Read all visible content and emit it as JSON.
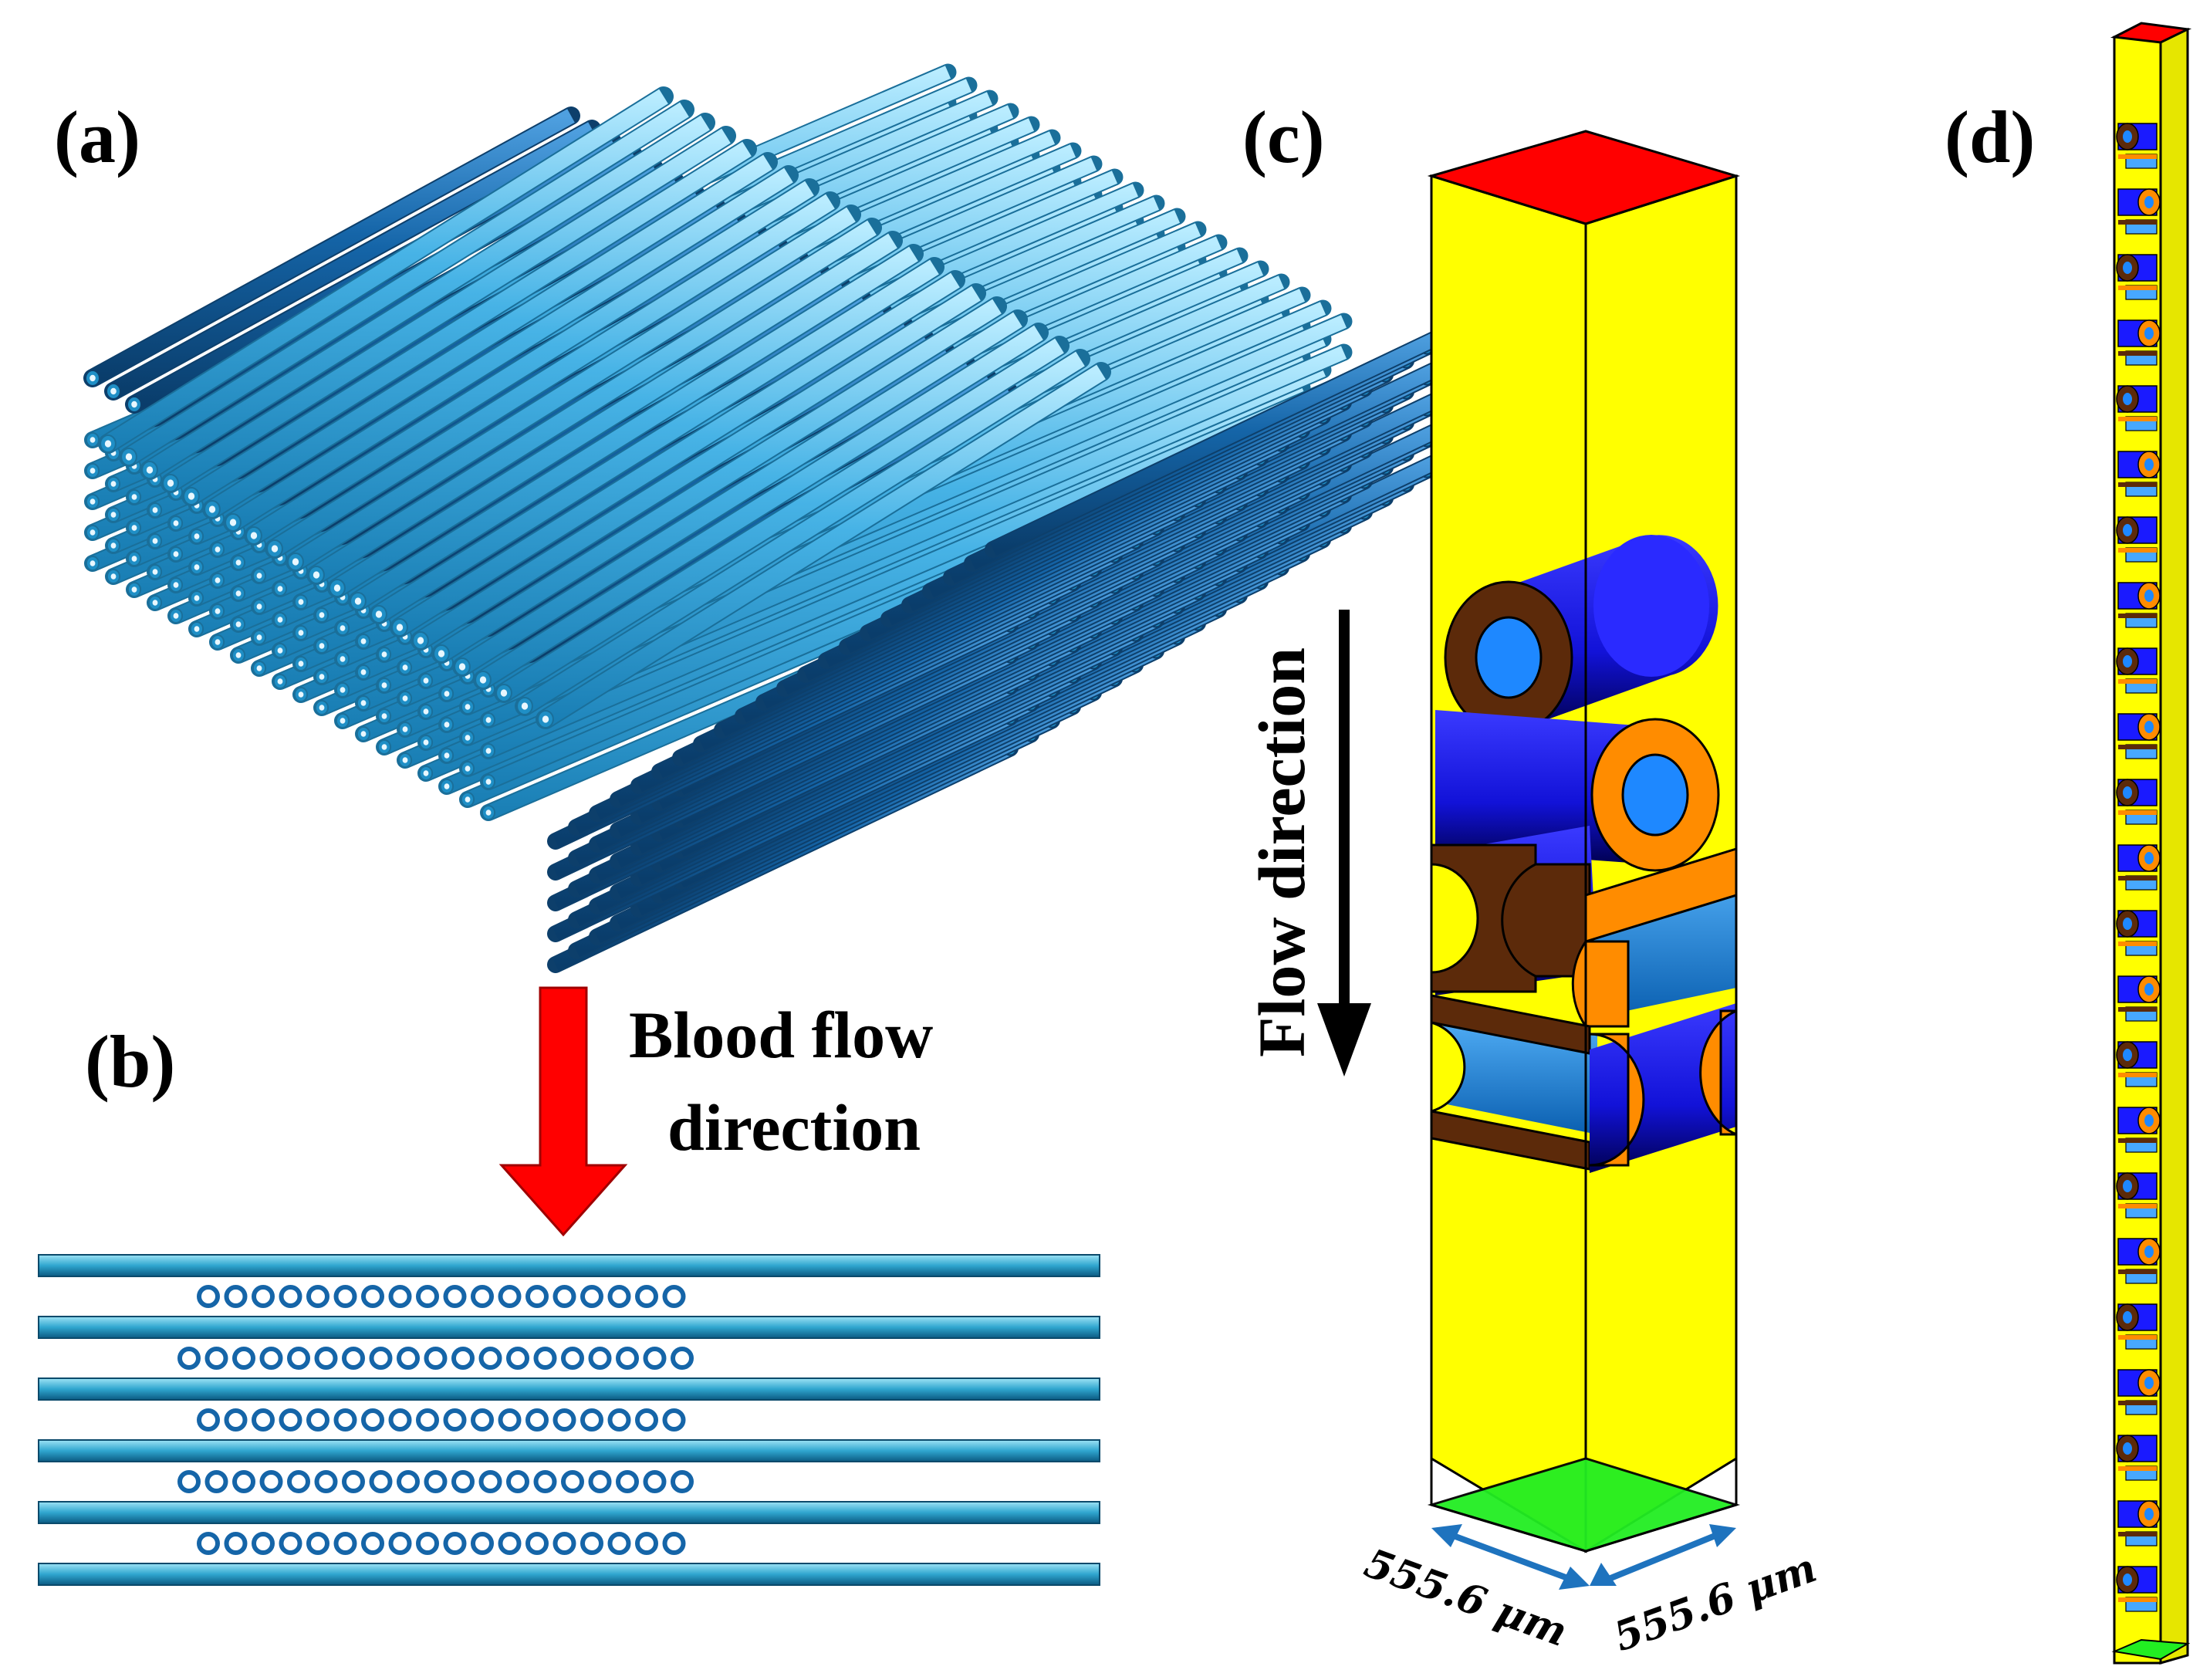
{
  "panels": {
    "a": {
      "label": "(a)"
    },
    "b": {
      "label": "(b)",
      "annotation_line1": "Blood flow",
      "annotation_line2": "direction"
    },
    "c": {
      "label": "(c)",
      "flow_label": "Flow direction",
      "dim_left": "555.6 μm",
      "dim_right": "555.6 μm"
    },
    "d": {
      "label": "(d)"
    }
  },
  "colors": {
    "fiber_dark": "#1565a8",
    "fiber_light": "#47b3e6",
    "fiber_edge": "#0d3f6b",
    "domain_yellow": "#ffff00",
    "inlet_red": "#ff0000",
    "outlet_green": "#22ee22",
    "fiber_blue": "#1a1aff",
    "wall_brown": "#5c2a0a",
    "wall_orange": "#ff8c00",
    "arrow_red": "#ff0000",
    "dim_arrow": "#1e73be"
  },
  "icons": {
    "flow_arrow": "down-arrow-icon",
    "dimension_arrow": "double-arrow-icon"
  }
}
